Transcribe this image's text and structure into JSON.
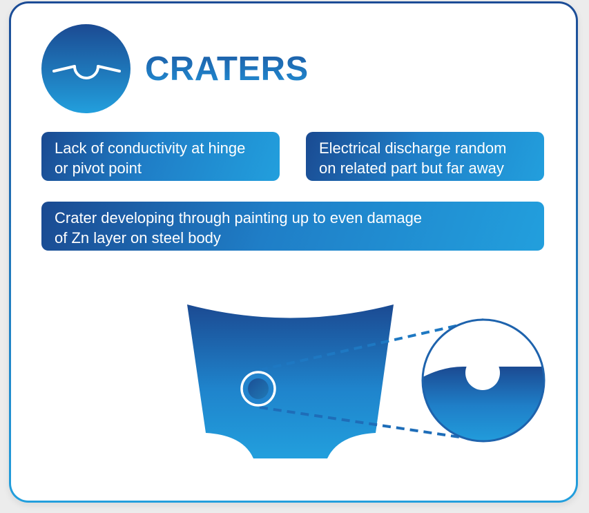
{
  "header": {
    "icon": "crater-icon",
    "title": "CRATERS"
  },
  "info_boxes": [
    {
      "text_line1": "Lack of conductivity at hinge",
      "text_line2": "or pivot point"
    },
    {
      "text_line1": "Electrical discharge random",
      "text_line2": "on related part but far away"
    },
    {
      "text_line1": "Crater developing through painting up to even damage",
      "text_line2": "of Zn layer on steel body"
    }
  ],
  "illustration": {
    "part": "car-body-panel",
    "marker": "crater-spot-marker",
    "magnifier": "crater-cross-section-magnified"
  },
  "colors": {
    "dark_blue": "#1b4a92",
    "light_blue": "#229fdd",
    "title_blue": "#1e6db5"
  }
}
